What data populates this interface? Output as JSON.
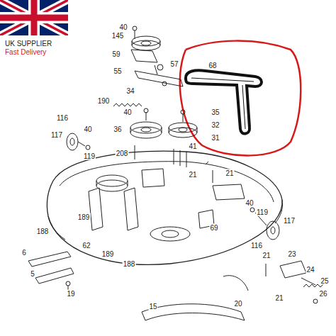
{
  "diagram": {
    "labels": [
      "UK SUPPLIER",
      "Fast Delivery",
      "40",
      "145",
      "59",
      "57",
      "55",
      "34",
      "68",
      "190",
      "40",
      "36",
      "35",
      "32",
      "31",
      "116",
      "117",
      "40",
      "119",
      "208",
      "41",
      "21",
      "21",
      "40",
      "119",
      "117",
      "116",
      "69",
      "188",
      "189",
      "62",
      "189",
      "188",
      "6",
      "21",
      "23",
      "24",
      "25",
      "26",
      "5",
      "19",
      "15",
      "20",
      "21"
    ]
  }
}
